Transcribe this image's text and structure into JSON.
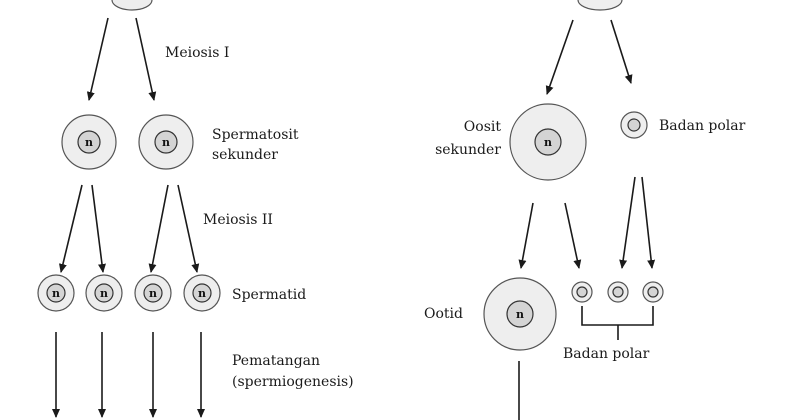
{
  "labels": {
    "meiosis1": "Meiosis I",
    "spermatosit_line1": "Spermatosit",
    "spermatosit_line2": "sekunder",
    "meiosis2": "Meiosis II",
    "spermatid": "Spermatid",
    "pematangan_line1": "Pematangan",
    "pematangan_line2": "(spermiogenesis)",
    "oosit_line1": "Oosit",
    "oosit_line2": "sekunder",
    "badan_polar_top": "Badan polar",
    "ootid": "Ootid",
    "badan_polar_bottom": "Badan polar"
  },
  "nucleus_symbol": "n",
  "colors": {
    "line": "#1a1a1a",
    "cell_outer": "#eeeeee",
    "cell_inner": "#d4d4d4"
  }
}
